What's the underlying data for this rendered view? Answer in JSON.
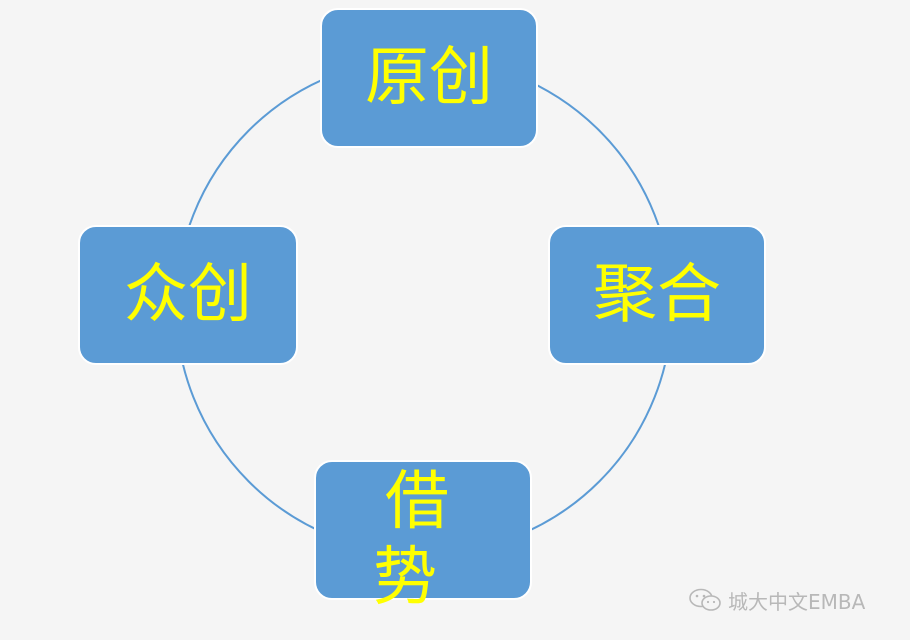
{
  "colors": {
    "background": "#f5f5f5",
    "node_fill": "#5b9bd5",
    "node_border": "#ffffff",
    "node_text": "#ffff00",
    "ring": "#5b9bd5",
    "watermark": "#b8b8b8"
  },
  "nodes": {
    "top": "原创",
    "right": "聚合",
    "bottom_line1": "借",
    "bottom_line2": "势",
    "left": "众创"
  },
  "watermark": {
    "icon": "wechat-icon",
    "text": "城大中文EMBA"
  }
}
